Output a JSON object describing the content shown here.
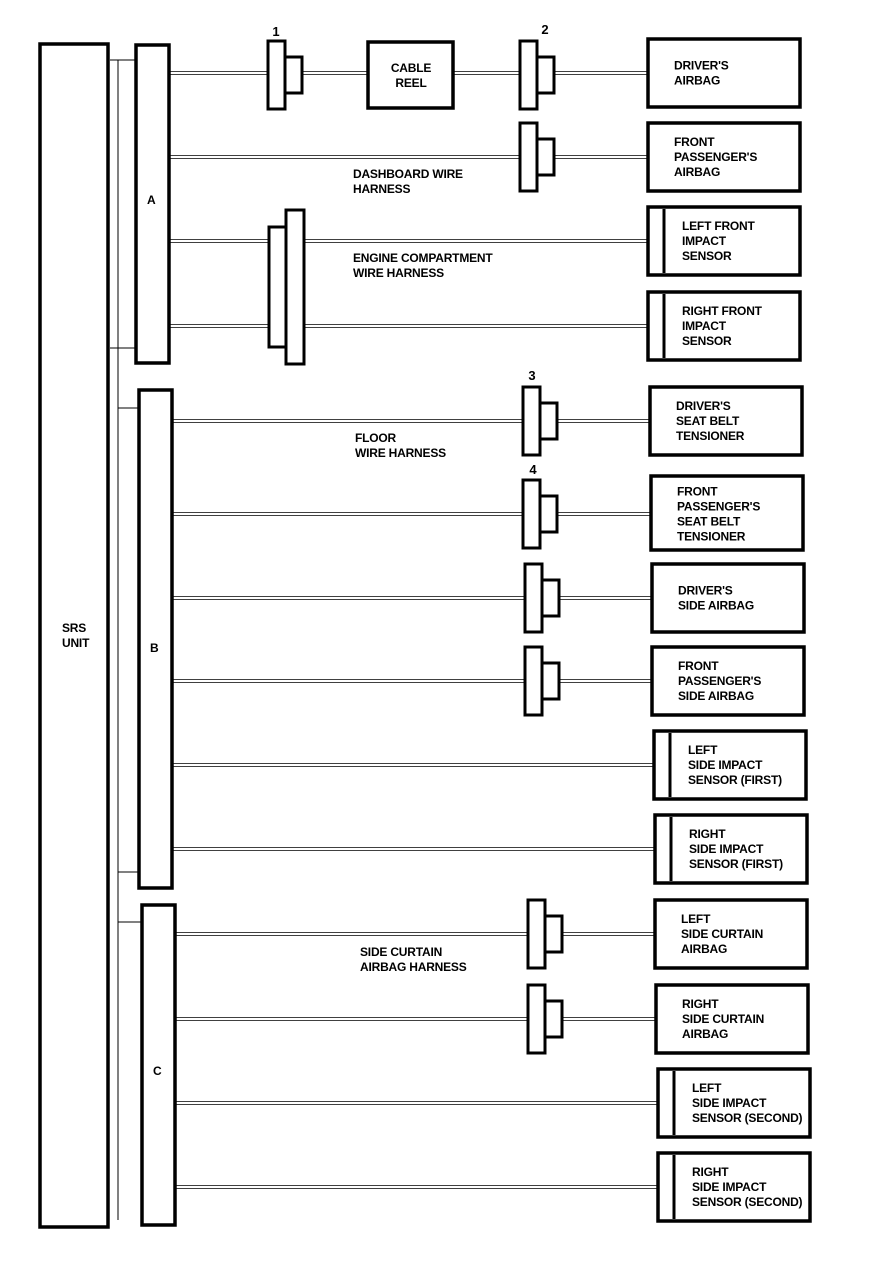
{
  "srs_unit": {
    "label": [
      "SRS",
      "UNIT"
    ]
  },
  "connectors": {
    "A": "A",
    "B": "B",
    "C": "C"
  },
  "harnesses": {
    "dashboard": [
      "DASHBOARD WIRE",
      "HARNESS"
    ],
    "engine": [
      "ENGINE COMPARTMENT",
      "WIRE HARNESS"
    ],
    "floor": [
      "FLOOR",
      "WIRE HARNESS"
    ],
    "side_curtain": [
      "SIDE CURTAIN",
      "AIRBAG HARNESS"
    ]
  },
  "cable_reel": [
    "CABLE",
    "REEL"
  ],
  "connector_numbers": [
    "1",
    "2",
    "3",
    "4"
  ],
  "components": [
    {
      "id": "drivers-airbag",
      "lines": [
        "DRIVER'S",
        "AIRBAG"
      ],
      "sensor": false
    },
    {
      "id": "front-passengers-airbag",
      "lines": [
        "FRONT",
        "PASSENGER'S",
        "AIRBAG"
      ],
      "sensor": false
    },
    {
      "id": "left-front-impact-sensor",
      "lines": [
        "LEFT FRONT",
        "IMPACT",
        "SENSOR"
      ],
      "sensor": true
    },
    {
      "id": "right-front-impact-sensor",
      "lines": [
        "RIGHT FRONT",
        "IMPACT",
        "SENSOR"
      ],
      "sensor": true
    },
    {
      "id": "drivers-seat-belt-tensioner",
      "lines": [
        "DRIVER'S",
        "SEAT BELT",
        "TENSIONER"
      ],
      "sensor": false
    },
    {
      "id": "front-passengers-seat-belt-tensioner",
      "lines": [
        "FRONT",
        "PASSENGER'S",
        "SEAT BELT",
        "TENSIONER"
      ],
      "sensor": false
    },
    {
      "id": "drivers-side-airbag",
      "lines": [
        "DRIVER'S",
        "SIDE AIRBAG"
      ],
      "sensor": false
    },
    {
      "id": "front-passengers-side-airbag",
      "lines": [
        "FRONT",
        "PASSENGER'S",
        "SIDE AIRBAG"
      ],
      "sensor": false
    },
    {
      "id": "left-side-impact-sensor-first",
      "lines": [
        "LEFT",
        "SIDE IMPACT",
        "SENSOR (FIRST)"
      ],
      "sensor": true
    },
    {
      "id": "right-side-impact-sensor-first",
      "lines": [
        "RIGHT",
        "SIDE IMPACT",
        "SENSOR (FIRST)"
      ],
      "sensor": true
    },
    {
      "id": "left-side-curtain-airbag",
      "lines": [
        "LEFT",
        "SIDE CURTAIN",
        "AIRBAG"
      ],
      "sensor": false
    },
    {
      "id": "right-side-curtain-airbag",
      "lines": [
        "RIGHT",
        "SIDE CURTAIN",
        "AIRBAG"
      ],
      "sensor": false
    },
    {
      "id": "left-side-impact-sensor-second",
      "lines": [
        "LEFT",
        "SIDE IMPACT",
        "SENSOR (SECOND)"
      ],
      "sensor": true
    },
    {
      "id": "right-side-impact-sensor-second",
      "lines": [
        "RIGHT",
        "SIDE IMPACT",
        "SENSOR (SECOND)"
      ],
      "sensor": true
    }
  ]
}
